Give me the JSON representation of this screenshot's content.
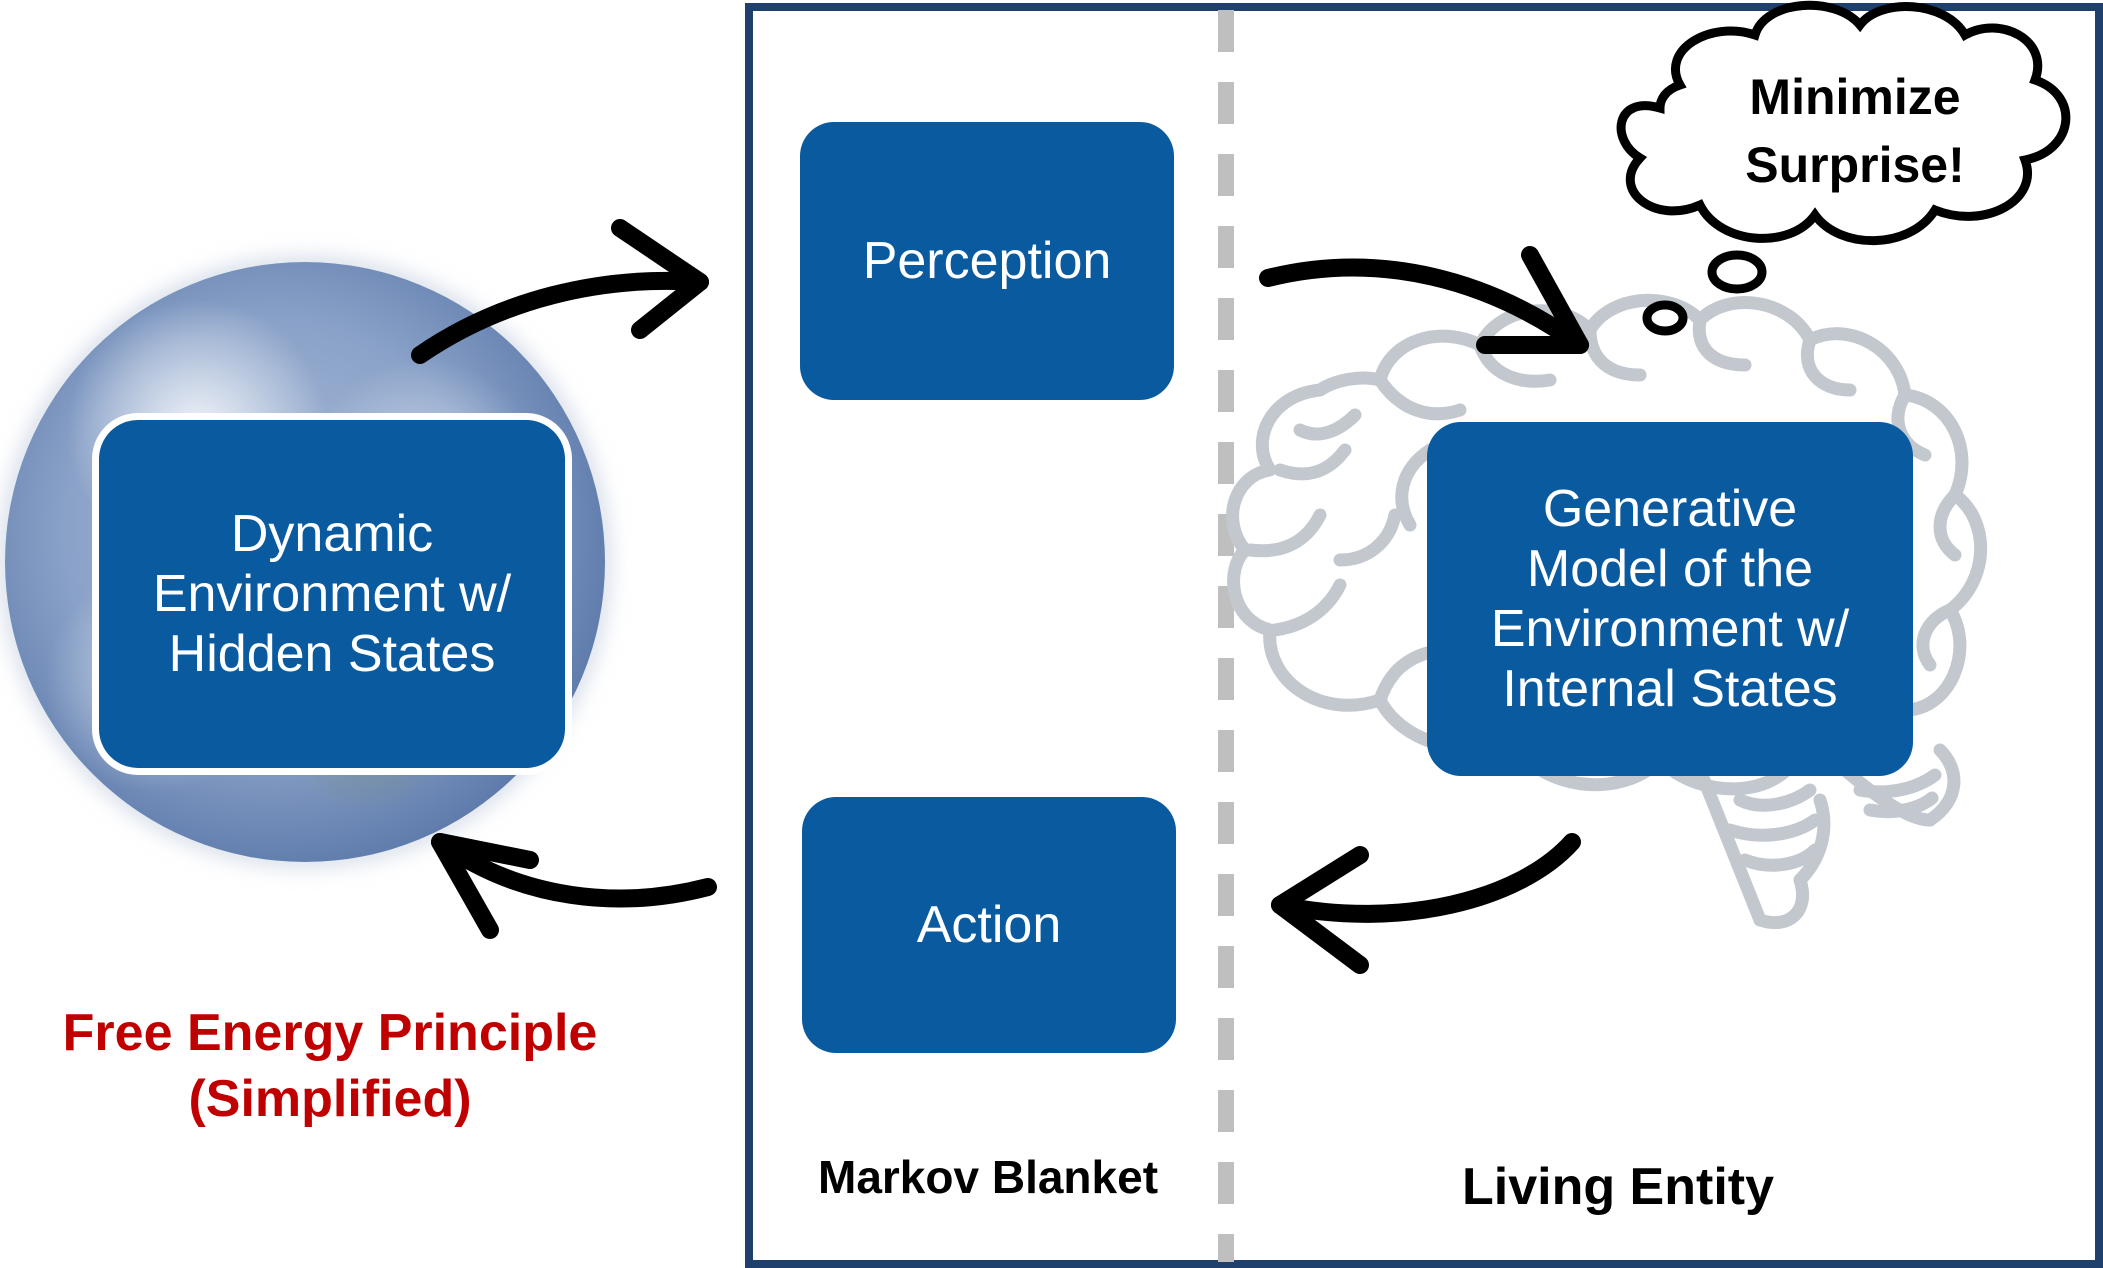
{
  "environment": {
    "line1": "Dynamic",
    "line2": "Environment w/",
    "line3": "Hidden States"
  },
  "perception": {
    "label": "Perception"
  },
  "action": {
    "label": "Action"
  },
  "model": {
    "line1": "Generative",
    "line2": "Model of the",
    "line3": "Environment w/",
    "line4": "Internal States"
  },
  "thought": {
    "line1": "Minimize",
    "line2": "Surprise!"
  },
  "markov_blanket_label": "Markov Blanket",
  "living_entity_label": "Living Entity",
  "title": {
    "line1": "Free Energy Principle",
    "line2": "(Simplified)"
  },
  "colors": {
    "box_blue": "#0a5aa0",
    "frame_navy": "#1f3f6d",
    "title_red": "#c00000",
    "divider_gray": "#bfbfbf",
    "brain_gray": "#c3c8cf"
  },
  "icons": {
    "environment": "earth-globe",
    "entity": "brain-outline",
    "thought": "thought-cloud"
  }
}
